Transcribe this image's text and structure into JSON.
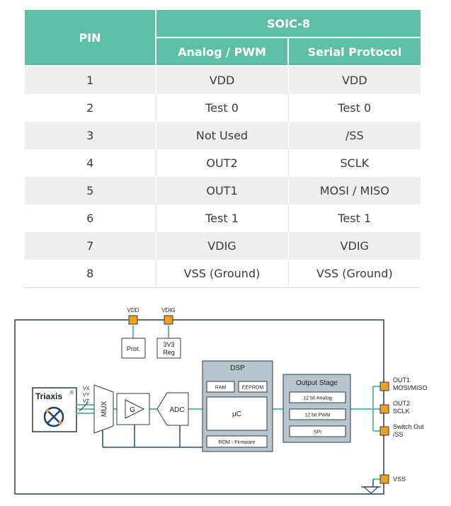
{
  "table": {
    "pin_header": "PIN",
    "package_header": "SOIC-8",
    "col_headers": [
      "Analog / PWM",
      "Serial Protocol"
    ],
    "rows": [
      {
        "pin": "1",
        "analog_pwm": "VDD",
        "serial": "VDD"
      },
      {
        "pin": "2",
        "analog_pwm": "Test 0",
        "serial": "Test 0"
      },
      {
        "pin": "3",
        "analog_pwm": "Not Used",
        "serial": "/SS"
      },
      {
        "pin": "4",
        "analog_pwm": "OUT2",
        "serial": "SCLK"
      },
      {
        "pin": "5",
        "analog_pwm": "OUT1",
        "serial": "MOSI / MISO"
      },
      {
        "pin": "6",
        "analog_pwm": "Test 1",
        "serial": "Test 1"
      },
      {
        "pin": "7",
        "analog_pwm": "VDIG",
        "serial": "VDIG"
      },
      {
        "pin": "8",
        "analog_pwm": "VSS (Ground)",
        "serial": "VSS (Ground)"
      }
    ]
  },
  "diagram": {
    "top_pins": {
      "vdd": "VDD",
      "vdig": "VDIG"
    },
    "prot_label": "Prot.",
    "reg_label_1": "3V3",
    "reg_label_2": "Reg",
    "triaxis_label": "Triaxis",
    "triaxis_reg": "®",
    "axis_labels": [
      "VX",
      "VY",
      "VZ"
    ],
    "mux_label": "MUX",
    "gain_label": "G",
    "adc_label": "ADC",
    "dsp": {
      "title": "DSP",
      "ram": "RAM",
      "eeprom": "EEPROM",
      "uc": "µC",
      "rom": "ROM - Firmware"
    },
    "output_stage": {
      "title": "Output Stage",
      "items": [
        "12 bit Analog",
        "12 bit PWM",
        "SPI"
      ]
    },
    "right_pins": [
      {
        "line1": "OUT1",
        "line2": "MOSI/MISO"
      },
      {
        "line1": "OUT2",
        "line2": "SCLK"
      },
      {
        "line1": "Switch Out",
        "line2": "/SS"
      }
    ],
    "vss_label": "VSS",
    "colors": {
      "teal": "#5dbfa6",
      "pad": "#f0a020",
      "block_fill": "#b8c4cc",
      "box_stroke": "#2b3a45",
      "wire_dark": "#2e4a5a"
    }
  }
}
